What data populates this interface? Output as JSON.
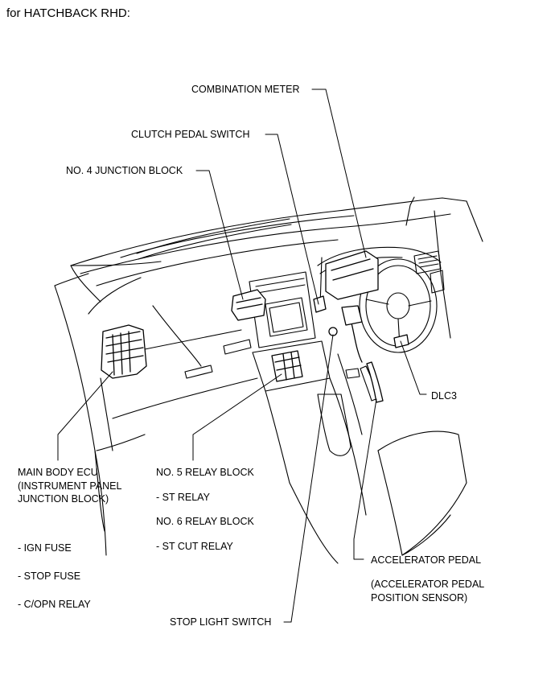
{
  "header": {
    "title": "for HATCHBACK RHD:"
  },
  "labels": {
    "combination_meter": "COMBINATION METER",
    "clutch_pedal_switch": "CLUTCH PEDAL SWITCH",
    "junction_block_4": "NO. 4 JUNCTION BLOCK",
    "dlc3": "DLC3",
    "main_body_ecu": [
      "MAIN BODY ECU",
      "(INSTRUMENT PANEL",
      "JUNCTION BLOCK)"
    ],
    "main_body_items": [
      "- IGN FUSE",
      "- STOP FUSE",
      "- C/OPN RELAY"
    ],
    "relay_block_5": "NO. 5 RELAY BLOCK",
    "st_relay": "- ST RELAY",
    "relay_block_6": "NO. 6 RELAY BLOCK",
    "st_cut_relay": "- ST CUT RELAY",
    "accelerator_pedal": "ACCELERATOR PEDAL",
    "accelerator_sensor": [
      "(ACCELERATOR PEDAL",
      "POSITION SENSOR)"
    ],
    "stop_light_switch": "STOP LIGHT SWITCH"
  }
}
